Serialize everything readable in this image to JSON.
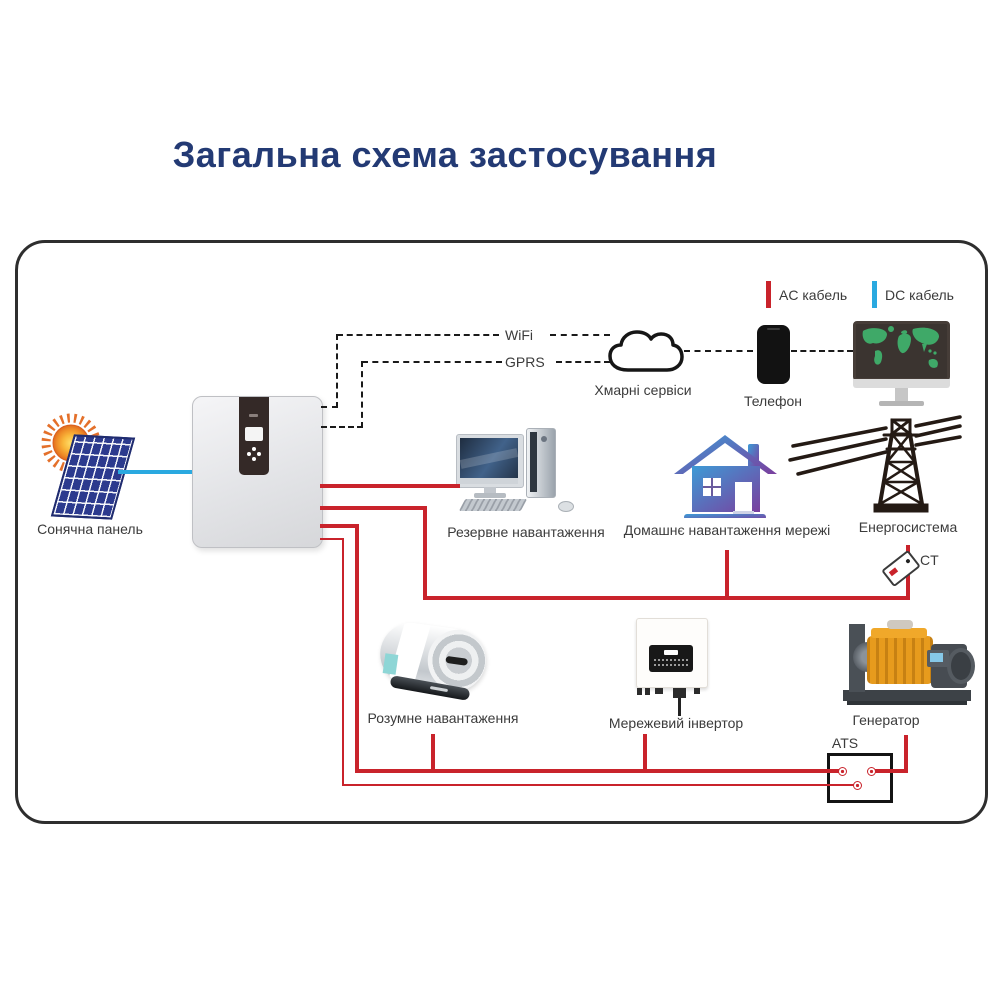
{
  "title": "Загальна схема застосування",
  "legend": {
    "ac_label": "AC кабель",
    "dc_label": "DC кабель"
  },
  "comm": {
    "wifi": "WiFi",
    "gprs": "GPRS"
  },
  "nodes": {
    "solar_panel": "Сонячна панель",
    "cloud": "Хмарні сервіси",
    "phone": "Телефон",
    "backup_load": "Резервне навантаження",
    "home_load": "Домашнє навантаження мережі",
    "grid": "Енергосистема",
    "ct": "CT",
    "smart_load": "Розумне навантаження",
    "grid_inverter": "Мережевий інвертор",
    "generator": "Генератор",
    "ats": "ATS"
  },
  "colors": {
    "ac": "#c9232b",
    "dc": "#2aa9e0",
    "title": "#233a74",
    "label_text": "#3b3b3b",
    "dash": "#1a1a1a"
  }
}
